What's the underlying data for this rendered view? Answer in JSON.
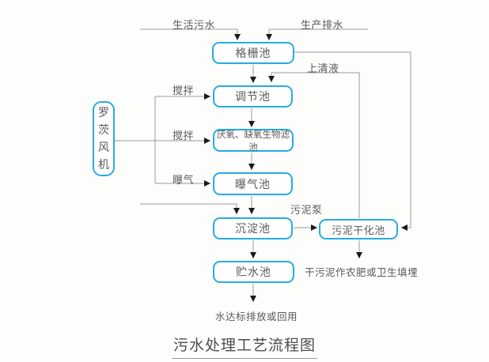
{
  "diagram": {
    "title": "污水处理工艺流程图",
    "colors": {
      "node_border": "#29abe2",
      "node_fill": "#ffffff",
      "line": "#9c9c9c",
      "arrowhead": "#1a1a1a",
      "text": "#595959"
    },
    "nodes": [
      {
        "id": "grid-tank",
        "label": "格栅池"
      },
      {
        "id": "regulating-tank",
        "label": "调节池"
      },
      {
        "id": "biofilter-tank",
        "label": "厌氧、缺氧生物滤池"
      },
      {
        "id": "aeration-tank",
        "label": "曝气池"
      },
      {
        "id": "sedimentation-tank",
        "label": "沉淀池"
      },
      {
        "id": "storage-tank",
        "label": "贮水池"
      },
      {
        "id": "sludge-drying-tank",
        "label": "污泥干化池"
      },
      {
        "id": "roots-blower",
        "label": "罗茨风机"
      }
    ],
    "labels": {
      "domestic_sewage": "生活污水",
      "production_drainage": "生产排水",
      "supernatant": "上清液",
      "stir_1": "搅拌",
      "stir_2": "搅拌",
      "aeration": "曝气",
      "sludge_pump": "污泥泵",
      "dried_sludge_use": "干污泥作农肥或卫生填埋",
      "effluent": "水达标排放或回用"
    }
  }
}
